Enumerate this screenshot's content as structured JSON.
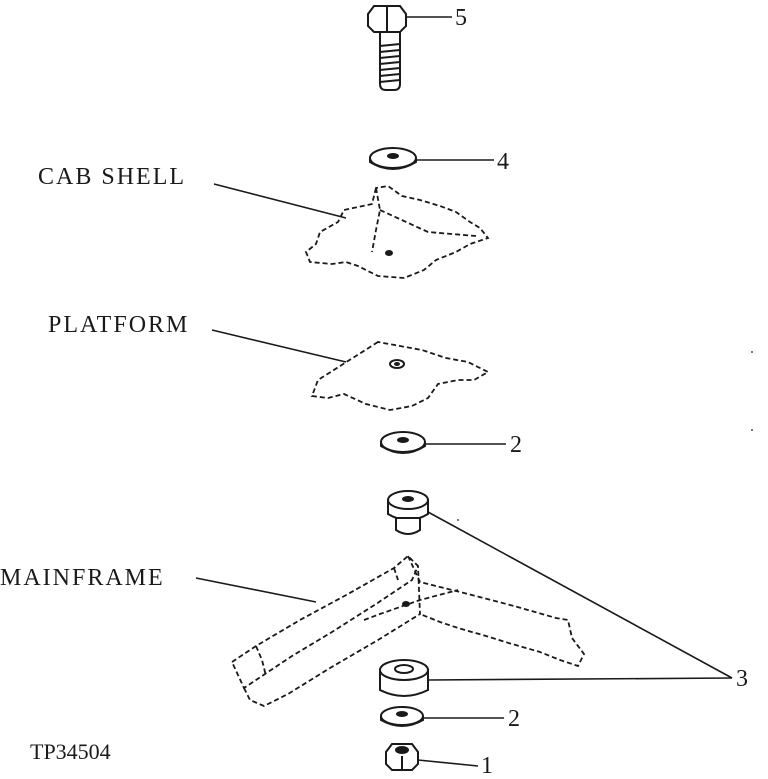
{
  "labels": {
    "cab_shell": "CAB SHELL",
    "platform": "PLATFORM",
    "mainframe": "MAINFRAME",
    "figure_code": "TP34504"
  },
  "callouts": {
    "cap_screw": "5",
    "washer_top": "4",
    "washer_mid": "2",
    "isolator": "3",
    "washer_bottom": "2",
    "nut": "1"
  }
}
